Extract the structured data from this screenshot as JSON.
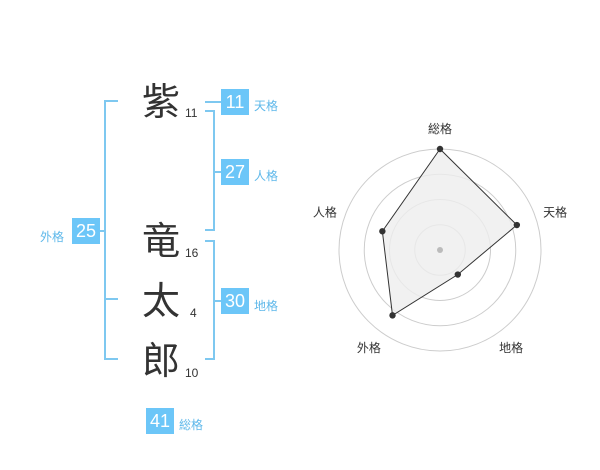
{
  "name": {
    "chars": [
      {
        "char": "紫",
        "strokes": "11"
      },
      {
        "char": "竜",
        "strokes": "16"
      },
      {
        "char": "太",
        "strokes": "4"
      },
      {
        "char": "郎",
        "strokes": "10"
      }
    ]
  },
  "kaku": {
    "tenkaku": {
      "value": "11",
      "label": "天格"
    },
    "jinkaku": {
      "value": "27",
      "label": "人格"
    },
    "chikaku": {
      "value": "30",
      "label": "地格"
    },
    "gaikaku": {
      "value": "25",
      "label": "外格"
    },
    "soukaku": {
      "value": "41",
      "label": "総格"
    }
  },
  "chart_data": {
    "type": "radar",
    "axes": [
      "総格",
      "天格",
      "地格",
      "外格",
      "人格"
    ],
    "values": [
      5,
      4,
      1.5,
      4,
      3
    ],
    "rmax": 5,
    "rings": 4,
    "colors": {
      "fill": "#eeeeee",
      "line": "#333333",
      "ring": "#cccccc",
      "center": "#bbbbbb"
    }
  }
}
